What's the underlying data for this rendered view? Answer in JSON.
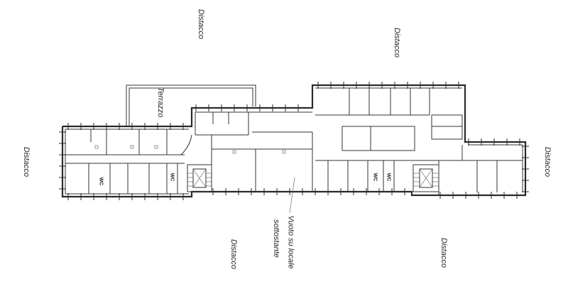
{
  "labels": {
    "distacco_top_left": "Distacco",
    "distacco_top_right": "Distacco",
    "distacco_left": "Distacco",
    "distacco_right": "Distacco",
    "distacco_bottom_center": "Distacco",
    "distacco_bottom_right": "Distacco",
    "terrazzo": "Terrazzo",
    "vuoto_line1": "Vuoto su locale",
    "vuoto_line2": "sottostante",
    "wc": [
      "WC",
      "WC",
      "WC",
      "WC"
    ]
  },
  "colors": {
    "line": "#2a2a2a",
    "background": "#ffffff"
  }
}
